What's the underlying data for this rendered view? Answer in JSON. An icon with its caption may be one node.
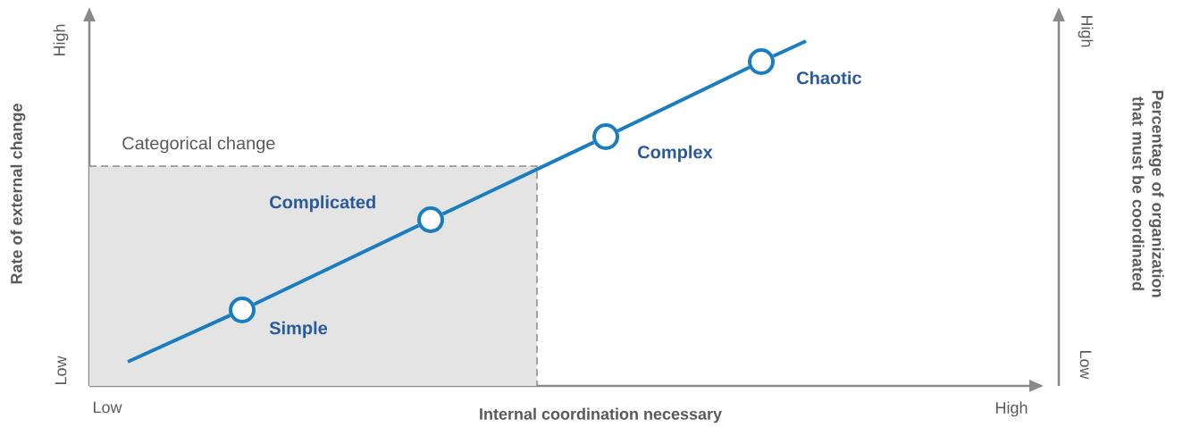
{
  "diagram": {
    "nodes": [
      {
        "text": [
          "Categorical change"
        ]
      },
      {
        "text": [],
        "shape": "circle",
        "in": 0,
        "beside": [
          "Simple"
        ]
      },
      {
        "text": [],
        "shape": "circle",
        "in": 0,
        "beside": [
          "Complicated"
        ]
      },
      {
        "text": [],
        "shape": "circle",
        "beside": [
          "Complex"
        ]
      },
      {
        "text": [],
        "shape": "circle",
        "beside": [
          "Chaotic"
        ]
      }
    ],
    "edges": [
      {
        "from": null,
        "to": 1,
        "arrow": "none"
      },
      {
        "from": 1,
        "to": 2,
        "arrow": "none"
      },
      {
        "from": 2,
        "to": 3,
        "arrow": "none"
      },
      {
        "from": 3,
        "to": 4,
        "arrow": "none"
      },
      {
        "from": 4,
        "to": null,
        "arrow": "none"
      }
    ],
    "labels": [
      "High",
      "Rate of external change",
      "Low",
      "High",
      "Percentage of organization that must be coordinated",
      "Low",
      "Low",
      "Internal coordination necessary",
      "High"
    ]
  }
}
